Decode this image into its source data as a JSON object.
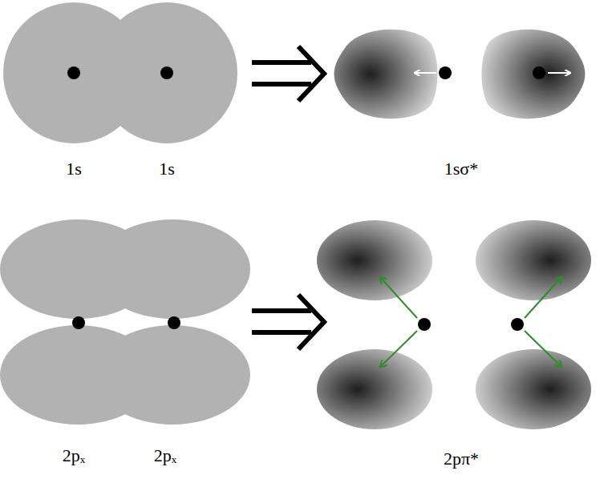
{
  "diagram": {
    "labels": [
      "1s",
      "1s",
      "1sσ*",
      "2pₓ",
      "2pₓ",
      "2pπ*"
    ]
  }
}
